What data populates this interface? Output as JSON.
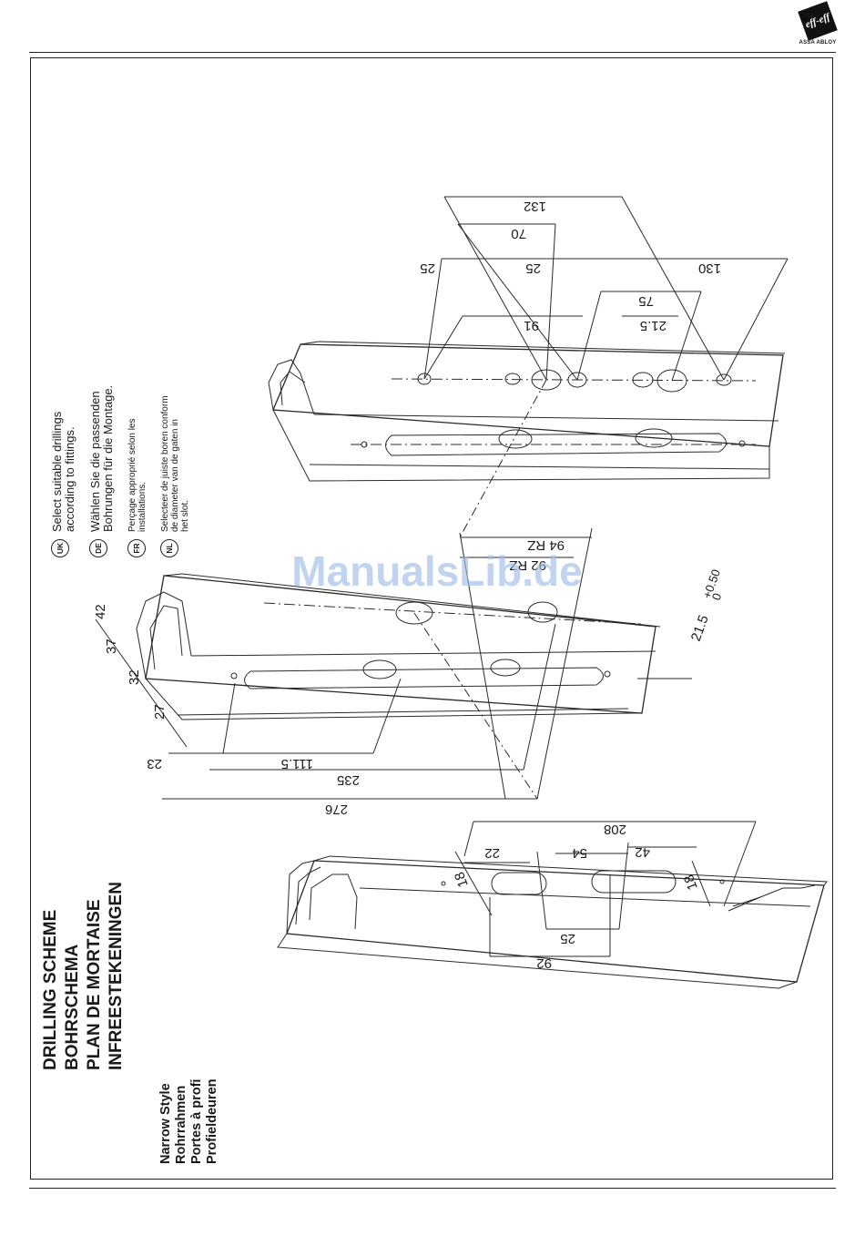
{
  "brand": {
    "logo_text": "eff-eff",
    "company": "ASSA ABLOY"
  },
  "title_lines": [
    "DRILLING SCHEME",
    "BOHRSCHEMA",
    "PLAN DE MORTAISE",
    "INFREESTEKENINGEN"
  ],
  "subtitle_lines": [
    "Narrow Style",
    "Rohrrahmen",
    "Portes à profi",
    "Profieldeuren"
  ],
  "languages": [
    {
      "code": "UK",
      "lines": [
        "Select suitable drillings",
        "according to fittings."
      ]
    },
    {
      "code": "DE",
      "lines": [
        "Wählen Sie die passenden",
        "Bohrungen für die Montage."
      ]
    },
    {
      "code": "FR",
      "lines": [
        "Perçage approprié selon les",
        "installations."
      ]
    },
    {
      "code": "NL",
      "lines": [
        "Selecteer de juiste boren conform",
        "de diameter van de gaten in",
        "het slot."
      ]
    }
  ],
  "watermark": "ManualsLib.de",
  "dimensions": {
    "left_profile": {
      "d208": "208",
      "d22": "22",
      "d54": "54",
      "d42": "42",
      "d18a": "18",
      "d18b": "18",
      "d25": "25",
      "d92": "92"
    },
    "middle_profile": {
      "d42": "42",
      "d37": "37",
      "d32": "32",
      "d27": "27",
      "d23": "23",
      "d111_5": "111.5",
      "d235": "235",
      "d276": "276",
      "d21_5": "21.5",
      "tol_plus": "+0.50",
      "tol_zero": "0",
      "d94rz": "94 RZ",
      "d92rz": "92 RZ"
    },
    "right_profile": {
      "d132": "132",
      "d70": "70",
      "d25a": "25",
      "d25b": "25",
      "d130": "130",
      "d75": "75",
      "d91": "91",
      "d21_5": "21.5"
    }
  }
}
